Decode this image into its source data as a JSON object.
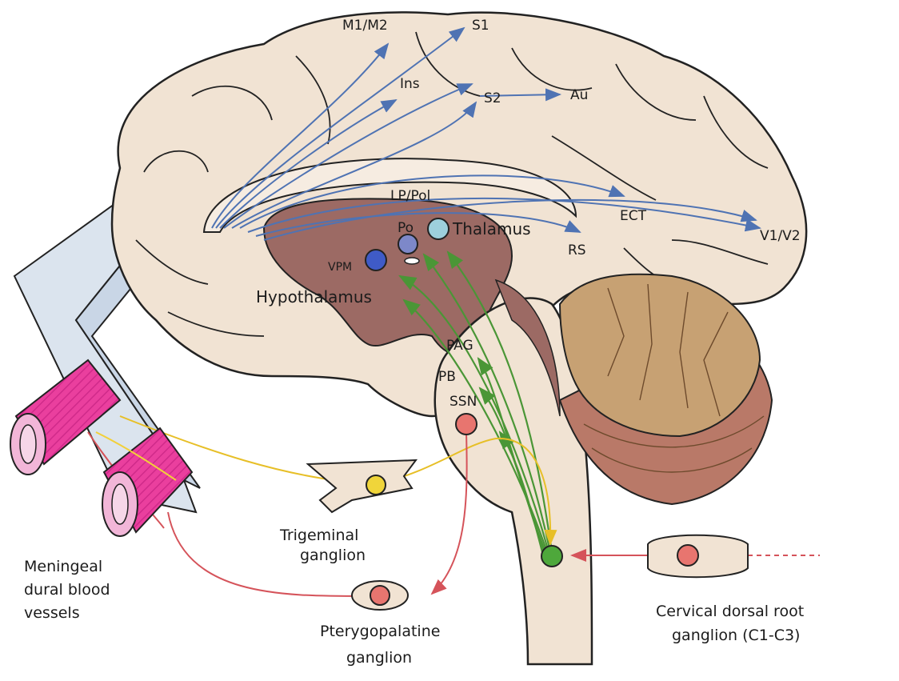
{
  "colors": {
    "cortex": "#f1e3d3",
    "thalamus": "#9c6a64",
    "brainstem": "#f1e3d3",
    "cerebellum": "#c7a173",
    "cerebellum_lower": "#b97968",
    "vessel": "#ea3f9e",
    "dura": "#d6e2ef",
    "trigeminal_nucleus": "#4ea83b",
    "ganglion_yellow": "#f0d53a",
    "red_nucleus": "#e8756f",
    "blue_projection": "#4f73b3",
    "green_projection": "#4a9636",
    "yellow_fiber": "#e7bf27",
    "red_fiber": "#d5535a"
  },
  "labels": {
    "m1m2": "M1/M2",
    "s1": "S1",
    "ins": "Ins",
    "s2": "S2",
    "au": "Au",
    "lp_pol": "LP/Pol",
    "po": "Po",
    "thalamus": "Thalamus",
    "vpm": "VPM",
    "hypothalamus": "Hypothalamus",
    "ect": "ECT",
    "rs": "RS",
    "v1v2": "V1/V2",
    "pag": "PAG",
    "pb": "PB",
    "ssn": "SSN",
    "trigeminal_1": "Trigeminal",
    "trigeminal_2": "ganglion",
    "meningeal_1": "Meningeal",
    "meningeal_2": "dural blood",
    "meningeal_3": "vessels",
    "ptery_1": "Pterygopalatine",
    "ptery_2": "ganglion",
    "cervical_1": "Cervical dorsal root",
    "cervical_2": "ganglion (C1-C3)"
  }
}
